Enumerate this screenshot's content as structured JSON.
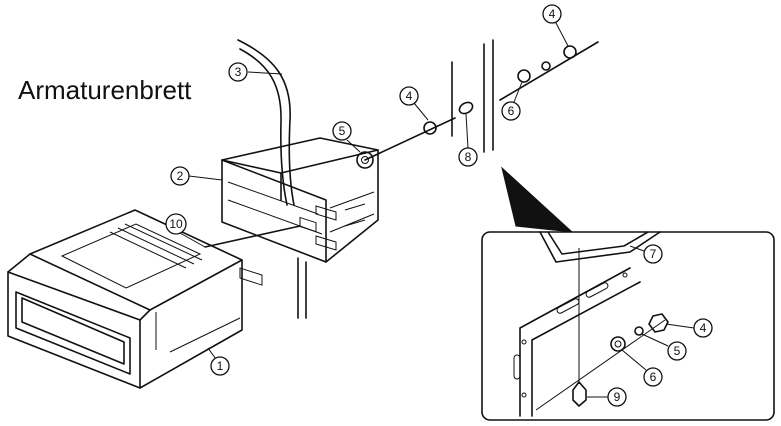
{
  "title": "Armaturenbrett",
  "callouts": {
    "c1": "1",
    "c2": "2",
    "c3": "3",
    "c4a": "4",
    "c4b": "4",
    "c4c": "4",
    "c5a": "5",
    "c5b": "5",
    "c6a": "6",
    "c6b": "6",
    "c7": "7",
    "c8": "8",
    "c9": "9",
    "c10": "10"
  }
}
